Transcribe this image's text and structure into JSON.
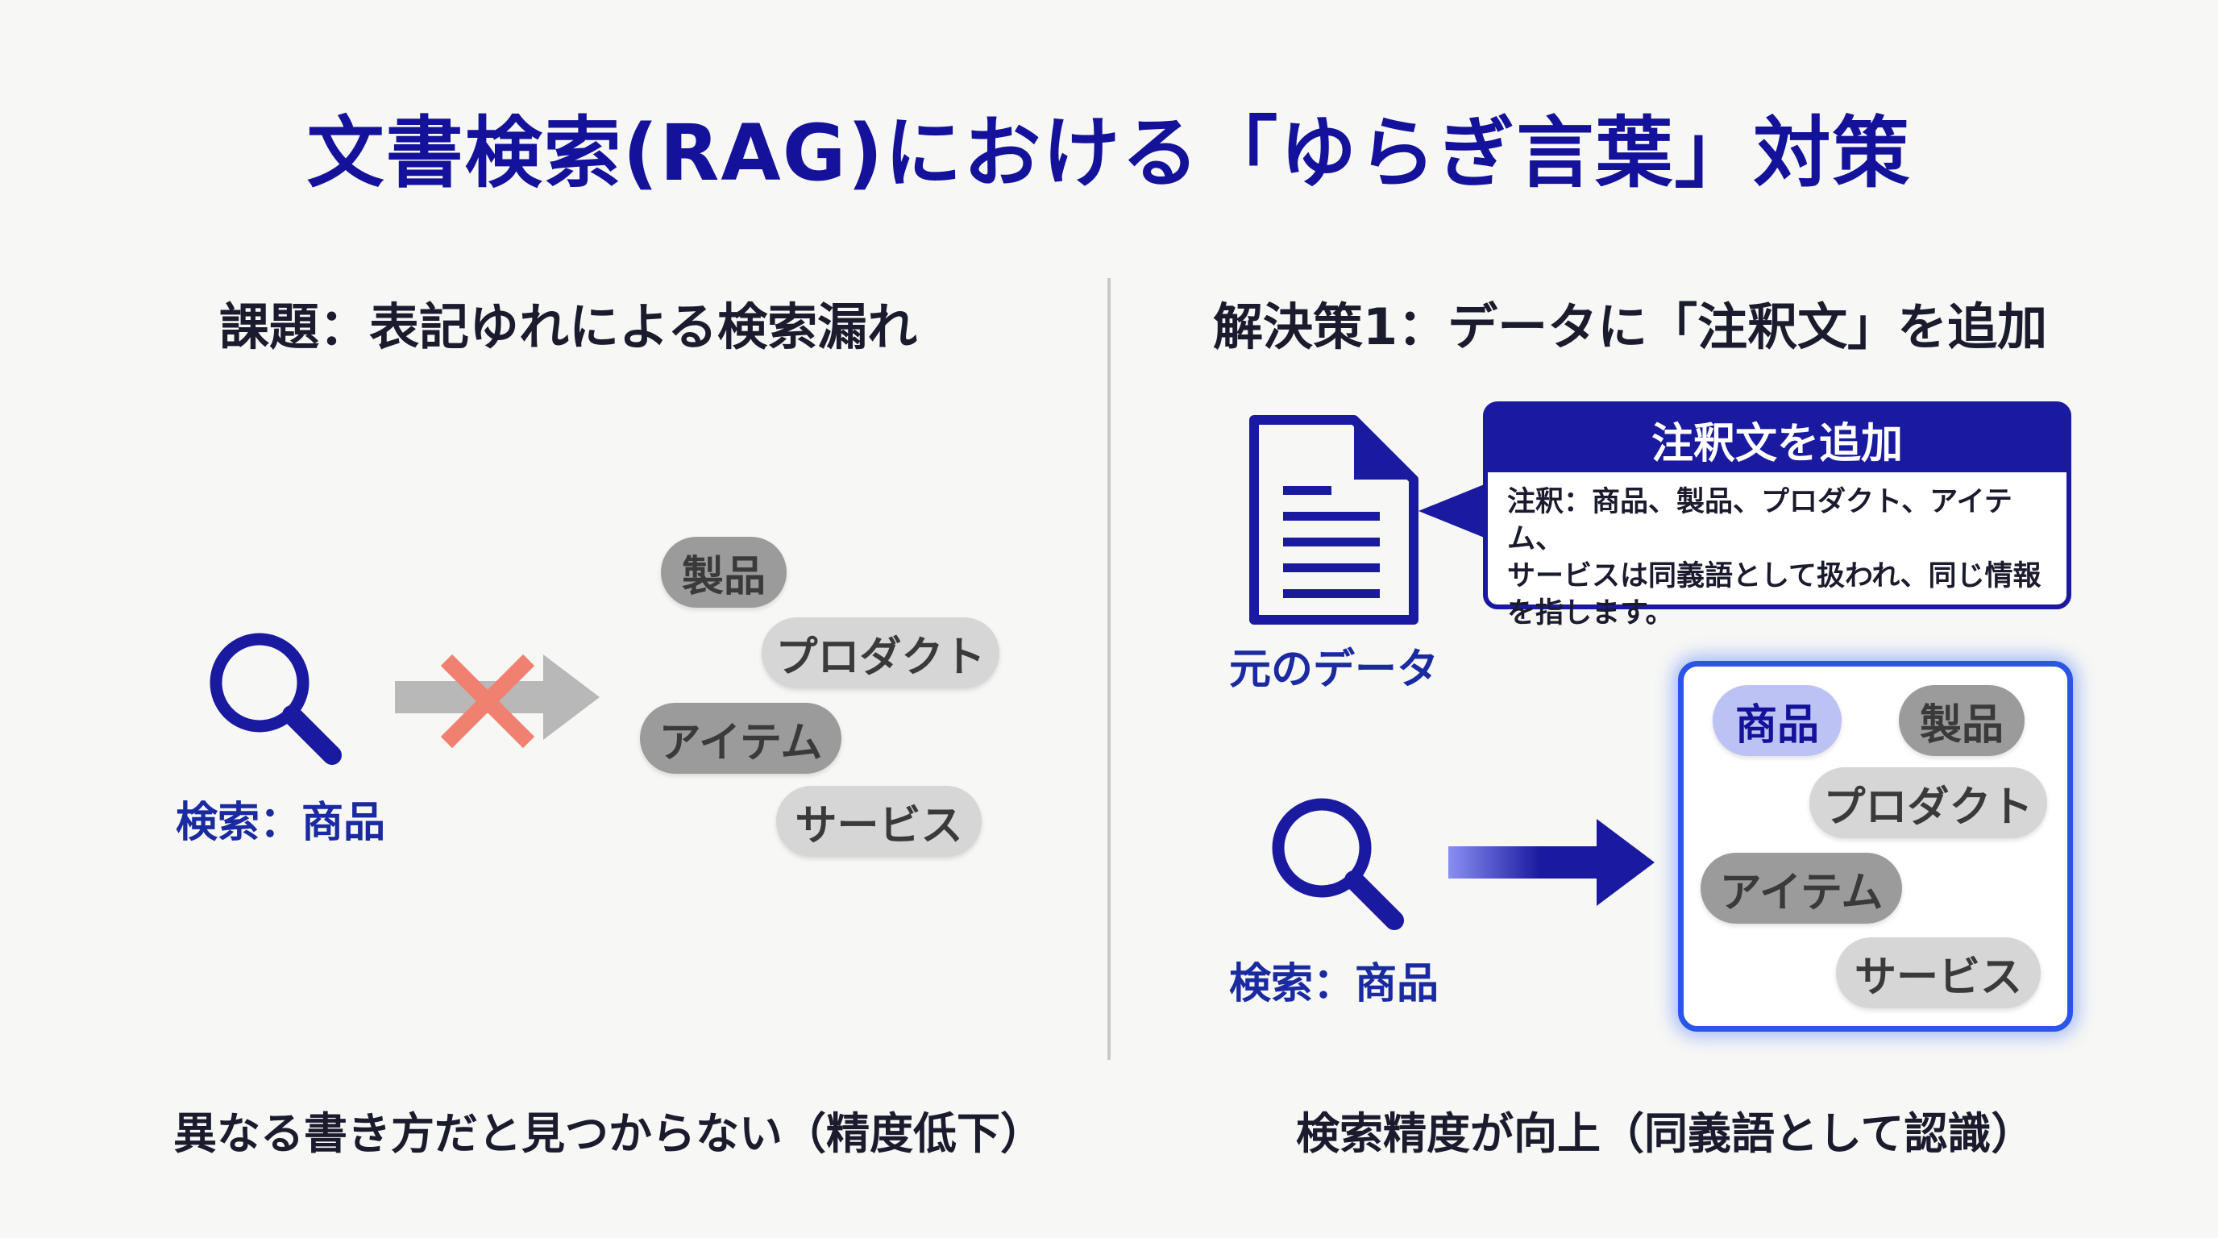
{
  "title": "文書検索(RAG)における「ゆらぎ言葉」対策",
  "left": {
    "heading": "課題：表記ゆれによる検索漏れ",
    "search_label": "検索：商品",
    "terms": [
      "製品",
      "プロダクト",
      "アイテム",
      "サービス"
    ],
    "footer": "異なる書き方だと見つからない（精度低下）"
  },
  "right": {
    "heading": "解決策1：データに「注釈文」を追加",
    "doc_label": "元のデータ",
    "callout": {
      "title": "注釈文を追加",
      "lines": [
        "注釈：商品、製品、プロダクト、アイテム、",
        "サービスは同義語として扱われ、同じ情報",
        "を指します。"
      ]
    },
    "search_label": "検索：商品",
    "terms": [
      "商品",
      "製品",
      "プロダクト",
      "アイテム",
      "サービス"
    ],
    "footer": "検索精度が向上（同義語として認識）"
  },
  "colors": {
    "primary": "#1a1aa0",
    "highlight_border": "#2a55e6",
    "cross": "#f08070",
    "arrow_gray": "#b8b8b8"
  }
}
